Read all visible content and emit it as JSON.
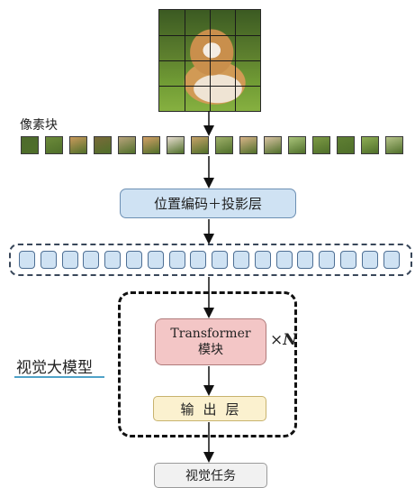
{
  "input_image": {
    "subject": "dog-photo",
    "grid_rows": 4,
    "grid_cols": 4
  },
  "patches": {
    "label": "像素块",
    "colors": [
      "#4e6b2d",
      "#6c8a3a",
      "#c99a5c",
      "#7a6a3a",
      "#b8a37c",
      "#d3a067",
      "#e8ddd0",
      "#c7a26a",
      "#9fb06a",
      "#d8b489",
      "#d9c3a3",
      "#a9c37a",
      "#7d9a45",
      "#5f7f33",
      "#8fae55",
      "#b7c48a"
    ]
  },
  "embedding": {
    "label": "位置编码＋投影层"
  },
  "tokens": {
    "count": 18,
    "color": "#cfe2f3"
  },
  "model": {
    "label": "视觉大模型",
    "transformer": {
      "line1": "Transformer",
      "line2": "模块"
    },
    "repeat_prefix": "×",
    "repeat_symbol": "N",
    "output": {
      "label": "输出层"
    }
  },
  "task": {
    "label": "视觉任务"
  }
}
